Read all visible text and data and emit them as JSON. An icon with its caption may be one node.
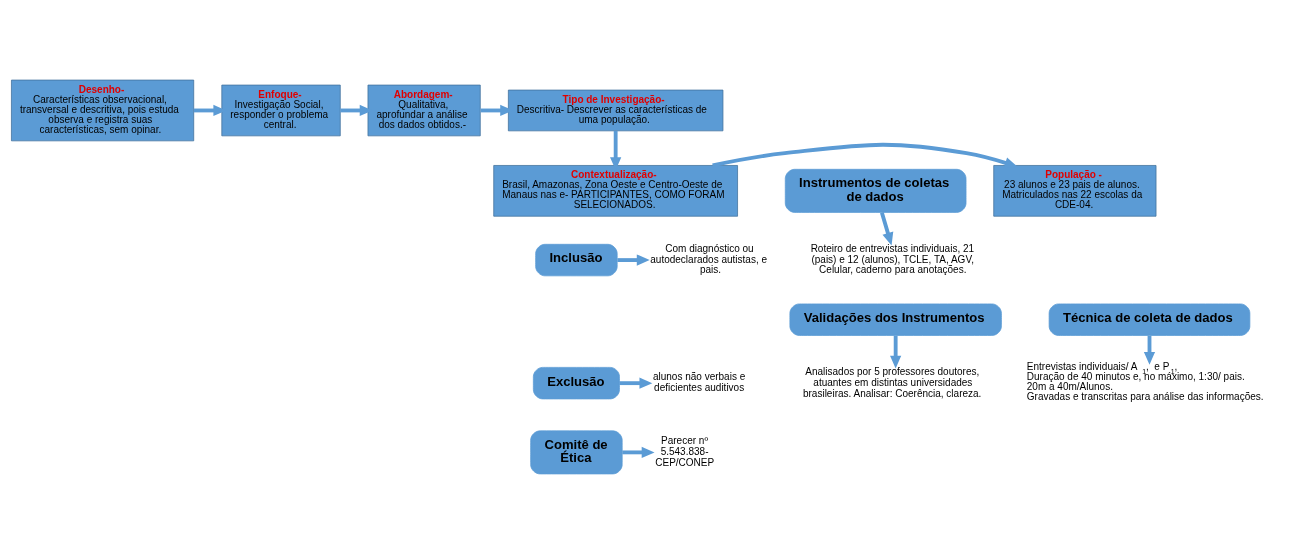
{
  "diagram": {
    "nodes": [
      {
        "text": [
          "Desenho-",
          "Características observacional, transversal e descritiva, pois estuda observa e registra suas características, sem opinar."
        ]
      },
      {
        "text": [
          "Enfoque-",
          "Investigação Social, responder o problema central."
        ]
      },
      {
        "text": [
          "Abordagem-",
          "Qualitativa, aprofundar a análise dos dados obtidos.-"
        ]
      },
      {
        "text": [
          "Tipo de Investigação-",
          "Descritiva- Descrever as características de uma população."
        ]
      },
      {
        "text": [
          "Contextualização-",
          "Brasil, Amazonas, Zona Oeste e Centro-Oeste de Manaus nas e- PARTICIPANTES, COMO FORAM SELECIONADOS."
        ]
      },
      {
        "text": [
          "População -",
          "23 alunos e 23 pais de alunos. Matriculados nas 22 escolas da CDE-04."
        ]
      },
      {
        "text": [
          "Instrumentos de coletas de dados"
        ]
      },
      {
        "text": [
          "Roteiro de entrevistas individuais, 21 (pais) e 12 (alunos), TCLE, TA, AGV, Celular, caderno para anotações."
        ]
      },
      {
        "text": [
          "Validações dos Instrumentos"
        ]
      },
      {
        "text": [
          "Analisados por 5 professores doutores, atuantes em distintas universidades brasileiras. Analisar: Coerência, clareza."
        ]
      },
      {
        "text": [
          "Técnica de coleta de dados"
        ]
      },
      {
        "text": [
          "Entrevistas individuais/ A$_{1}$,  e P$_{1}$,",
          "Duração de 40 minutos e, no máximo, 1:30/ pais.",
          "20m a 40m/Alunos.",
          "Gravadas e transcritas para análise das informações."
        ]
      },
      {
        "text": [
          "Inclusão"
        ]
      },
      {
        "text": [
          "Com diagnóstico ou autodeclarados autistas, e pais."
        ]
      },
      {
        "text": [
          "Exclusão"
        ]
      },
      {
        "text": [
          "alunos não verbais e deficientes auditivos"
        ]
      },
      {
        "text": [
          "Comitê de Ética"
        ]
      },
      {
        "text": [
          "Parecer nº 5.543.838- CEP/CONEP"
        ]
      }
    ],
    "edges": [
      {
        "from": 0,
        "to": 1,
        "arrow": "to"
      },
      {
        "from": 1,
        "to": 2,
        "arrow": "to"
      },
      {
        "from": 2,
        "to": 3,
        "arrow": "to"
      },
      {
        "from": 3,
        "to": 4,
        "arrow": "to"
      },
      {
        "from": 4,
        "to": 5,
        "arrow": "to"
      },
      {
        "from": 6,
        "to": 7,
        "arrow": "to"
      },
      {
        "from": 8,
        "to": 9,
        "arrow": "to"
      },
      {
        "from": 10,
        "to": 11,
        "arrow": "to"
      },
      {
        "from": 12,
        "to": 13,
        "arrow": "to"
      },
      {
        "from": 14,
        "to": 15,
        "arrow": "to"
      },
      {
        "from": 16,
        "to": 17,
        "arrow": "to"
      }
    ]
  }
}
